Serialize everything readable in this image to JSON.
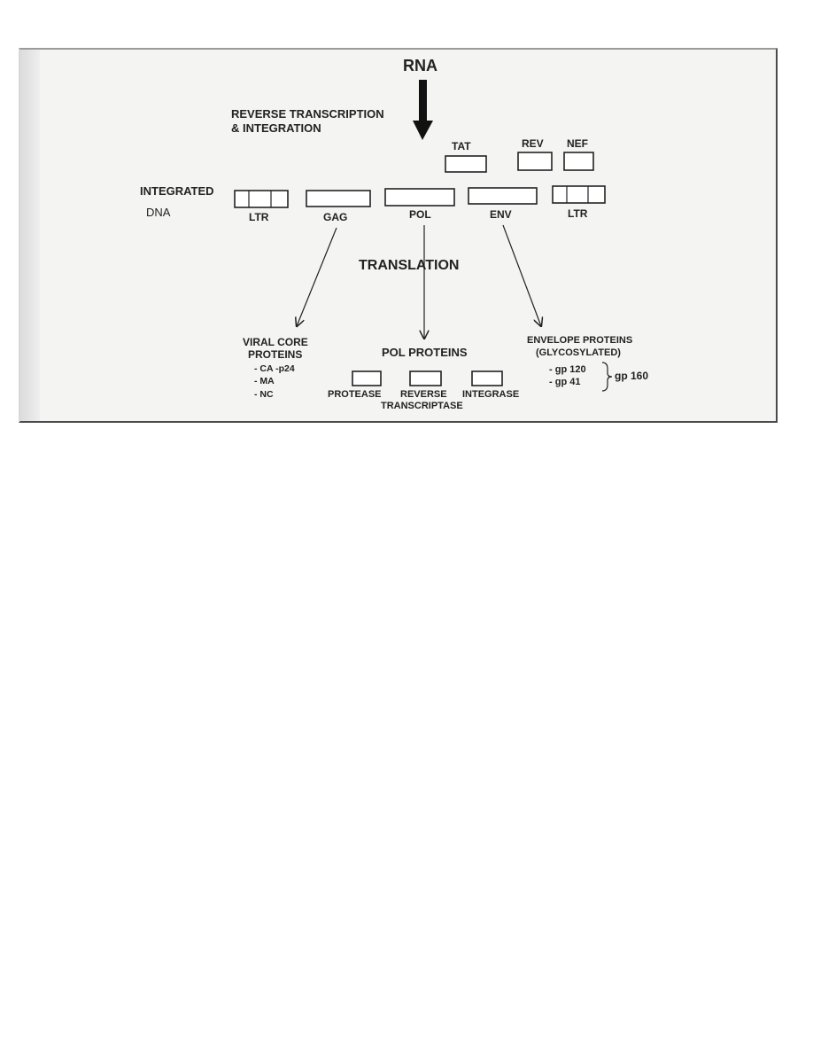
{
  "diagram": {
    "rna": "RNA",
    "reverse_transcription": [
      "REVERSE TRANSCRIPTION",
      "& INTEGRATION"
    ],
    "integrated_dna": [
      "INTEGRATED",
      "DNA"
    ],
    "genes": {
      "tat": "TAT",
      "rev": "REV",
      "nef": "NEF",
      "ltr_left": "LTR",
      "gag": "GAG",
      "pol": "POL",
      "env": "ENV",
      "ltr_right": "LTR"
    },
    "translation": "TRANSLATION",
    "viral_core": {
      "title": [
        "VIRAL CORE",
        "PROTEINS"
      ],
      "items": [
        "- CA -p24",
        "- MA",
        "- NC"
      ]
    },
    "pol_proteins": {
      "title": "POL PROTEINS",
      "protease": "PROTEASE",
      "reverse_transcriptase": [
        "REVERSE",
        "TRANSCRIPTASE"
      ],
      "integrase": "INTEGRASE"
    },
    "envelope": {
      "title": [
        "ENVELOPE PROTEINS",
        "(GLYCOSYLATED)"
      ],
      "items": [
        "- gp 120",
        "- gp 41"
      ],
      "combined": "gp 160"
    }
  }
}
